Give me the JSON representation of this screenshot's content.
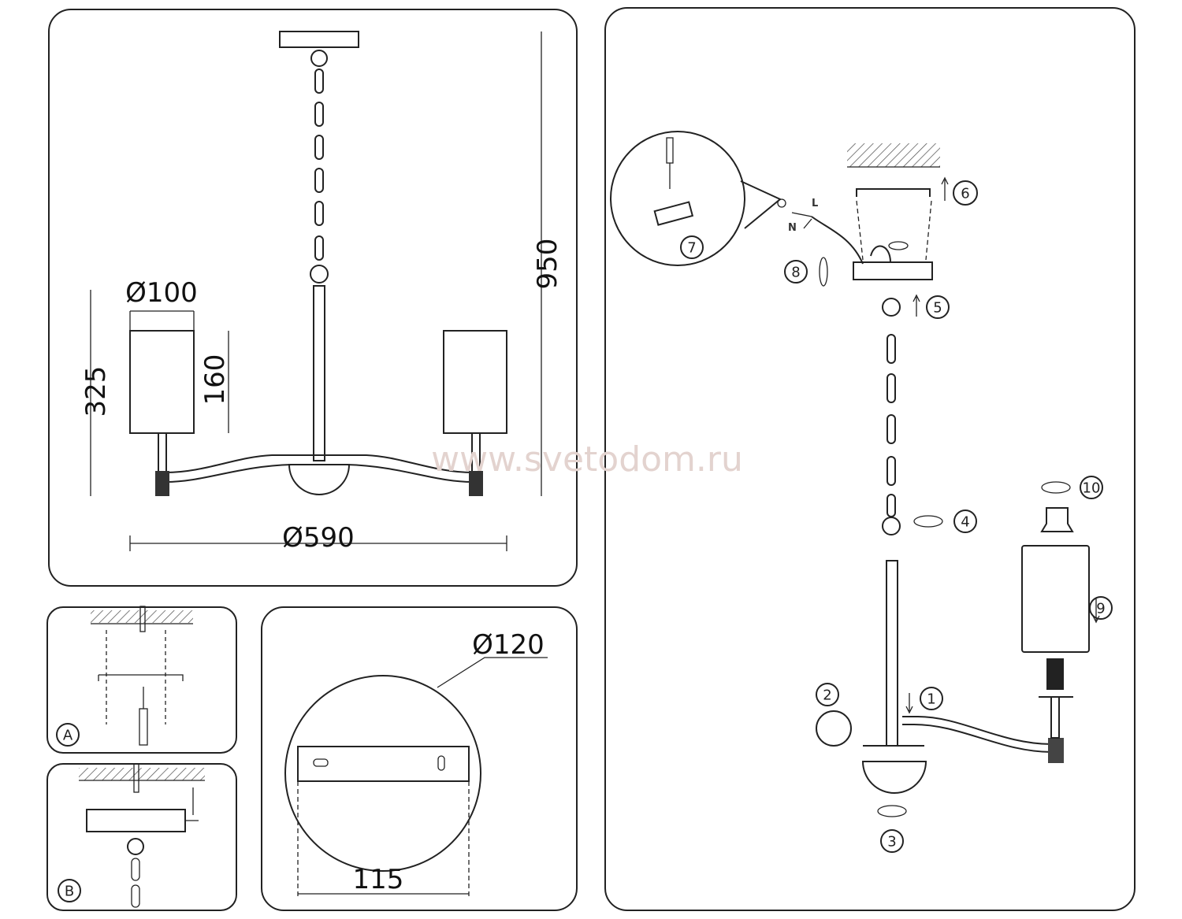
{
  "watermark": "www.svetodom.ru",
  "dimensions": {
    "height_total": "950",
    "height_arm": "325",
    "shade_diameter": "Ø100",
    "shade_height": "160",
    "span_diameter": "Ø590",
    "canopy_diameter": "Ø120",
    "plate_width": "115"
  },
  "mount_panels": {
    "a_label": "A",
    "b_label": "B"
  },
  "wiring": {
    "live_label": "L",
    "neutral_label": "N"
  },
  "steps": [
    "1",
    "2",
    "3",
    "4",
    "5",
    "6",
    "7",
    "8",
    "9",
    "10"
  ],
  "colors": {
    "line": "#222222",
    "watermark": "#e3d3cf"
  }
}
